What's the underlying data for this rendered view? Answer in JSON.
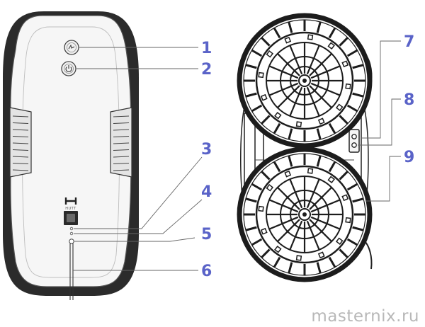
{
  "labels": [
    "1",
    "2",
    "3",
    "4",
    "5",
    "6",
    "7",
    "8",
    "9"
  ],
  "logo_text": "HUTT",
  "watermark": "masternix.ru",
  "colors": {
    "label": "#5a63c8",
    "outline": "#222222",
    "watermark": "#b8b8b8"
  },
  "icons": [
    "power-icon",
    "mode-icon"
  ]
}
